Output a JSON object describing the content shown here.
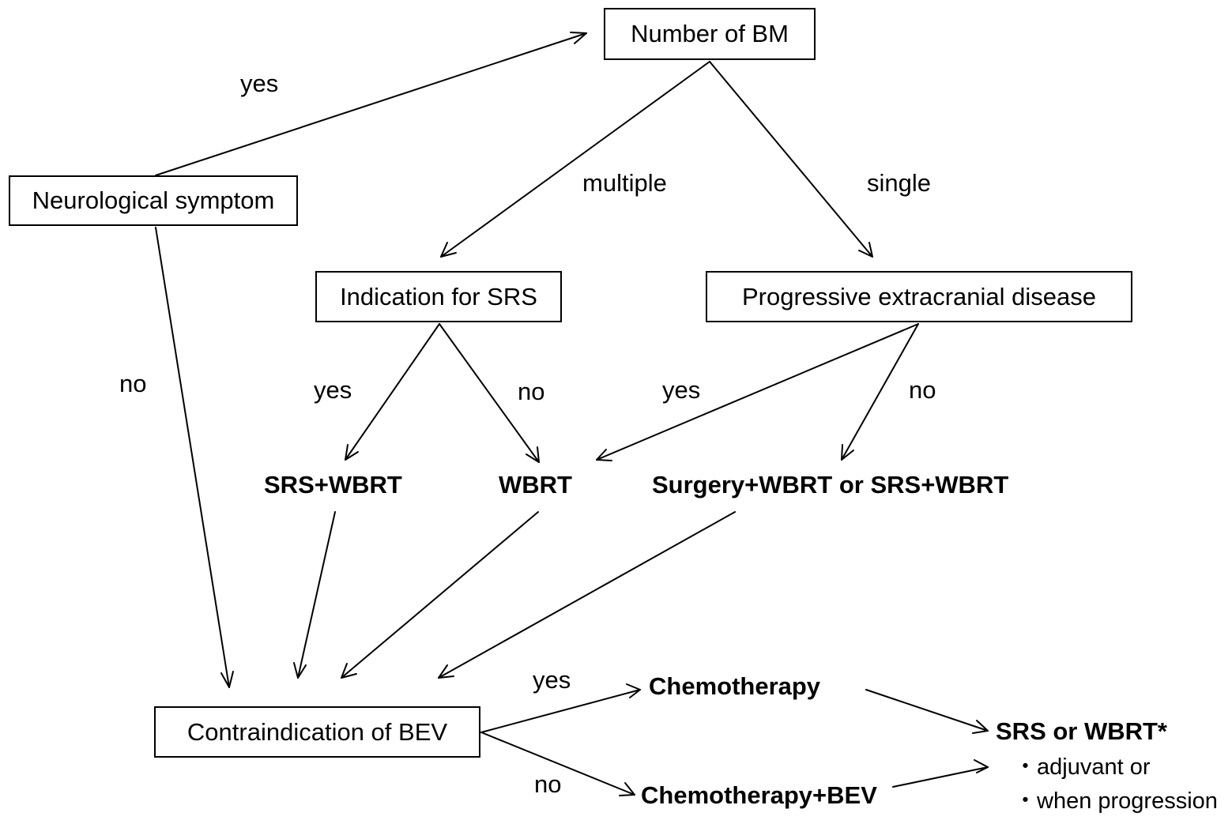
{
  "nodes": {
    "number_of_bm": "Number of BM",
    "neurological_symptom": "Neurological symptom",
    "indication_for_srs": "Indication for SRS",
    "progressive_extracranial": "Progressive extracranial disease",
    "srs_wbrt": "SRS+WBRT",
    "wbrt": "WBRT",
    "surgery_or_srs": "Surgery+WBRT or SRS+WBRT",
    "contraindication_bev": "Contraindication of BEV",
    "chemotherapy": "Chemotherapy",
    "chemotherapy_bev": "Chemotherapy+BEV",
    "srs_or_wbrt": "SRS or WBRT*"
  },
  "notes": {
    "adjuvant": "・adjuvant or",
    "progression": "・when progression"
  },
  "edge_labels": {
    "neuro_yes": "yes",
    "neuro_no": "no",
    "multiple": "multiple",
    "single": "single",
    "srs_yes": "yes",
    "srs_no": "no",
    "prog_yes": "yes",
    "prog_no": "no",
    "bev_yes": "yes",
    "bev_no": "no"
  }
}
